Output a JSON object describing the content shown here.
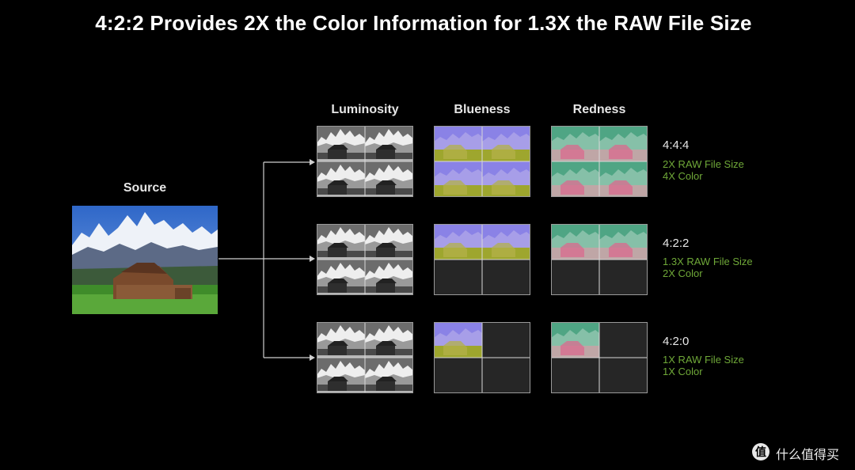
{
  "title": "4:2:2 Provides 2X the Color Information for 1.3X the RAW File Size",
  "source": {
    "label": "Source"
  },
  "columns": [
    "Luminosity",
    "Blueness",
    "Redness"
  ],
  "rows": [
    {
      "mode": "4:4:4",
      "size": "2X RAW File Size",
      "color": "4X Color",
      "chroma_quadrants": 4
    },
    {
      "mode": "4:2:2",
      "size": "1.3X RAW File Size",
      "color": "2X Color",
      "chroma_quadrants": 2
    },
    {
      "mode": "4:2:0",
      "size": "1X RAW File Size",
      "color": "1X Color",
      "chroma_quadrants": 1
    }
  ],
  "colors": {
    "background": "#000000",
    "info_text": "#6fa838",
    "blue_sky": "#8a82e6",
    "blue_ground": "#9ea62e",
    "red_sky": "#4fa584",
    "red_ground": "#bfa6a6",
    "red_barn": "#d9698e",
    "empty_tile": "#262626",
    "grid_line": "#d8d8d8"
  },
  "watermark": {
    "icon": "值",
    "text": "什么值得买"
  }
}
